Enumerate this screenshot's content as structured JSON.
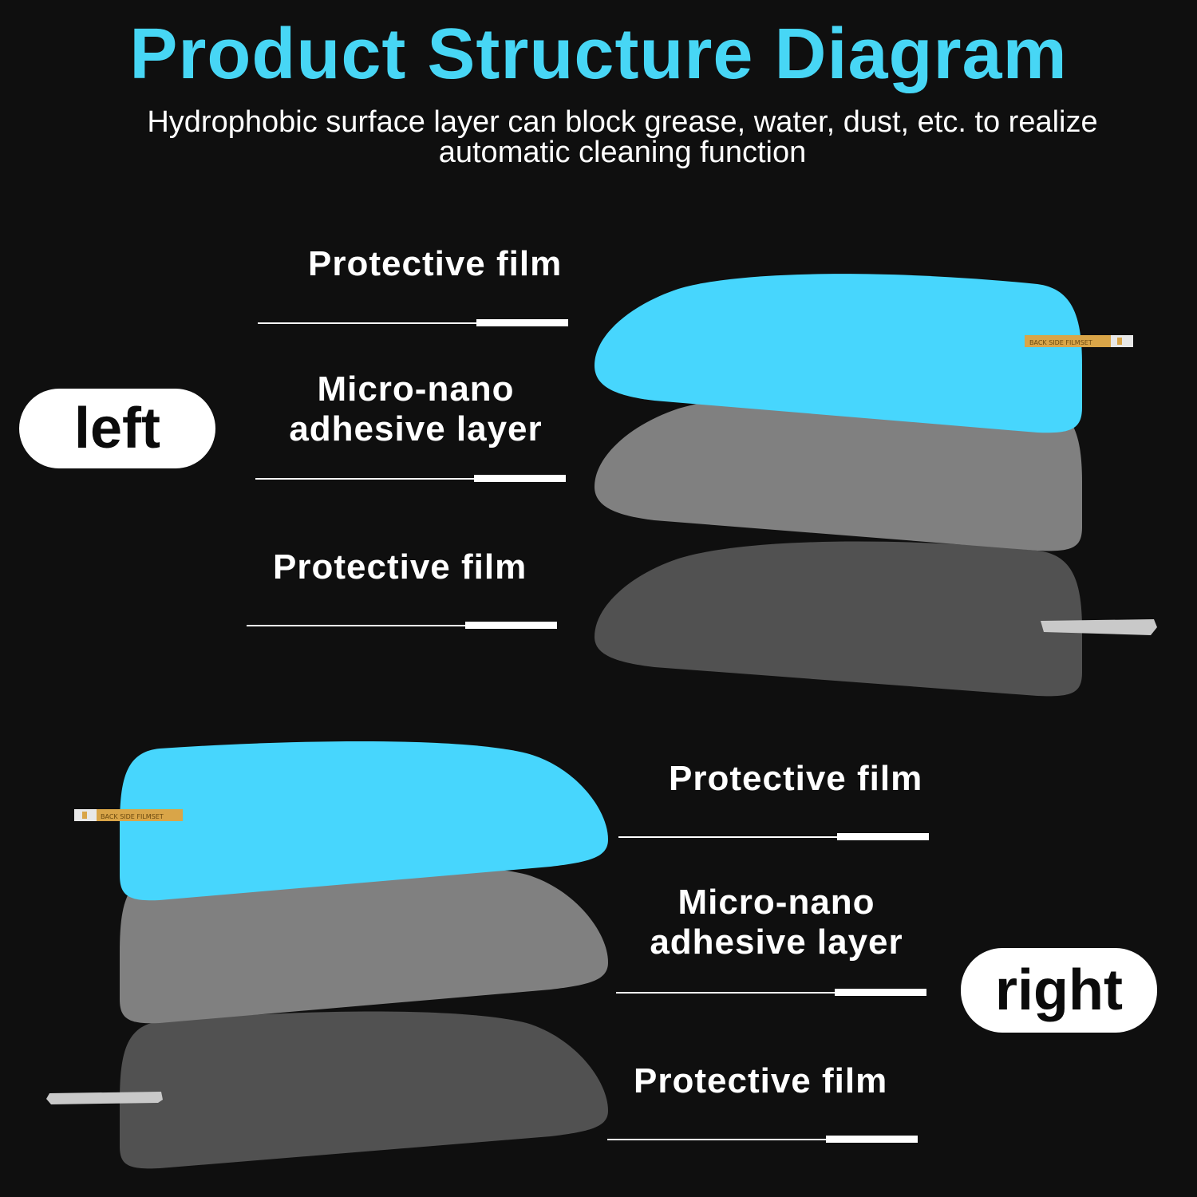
{
  "title": "Product Structure Diagram",
  "subtitle": "Hydrophobic surface layer can block grease, water, dust, etc. to realize automatic cleaning function",
  "layers_left": [
    {
      "label": "Protective film",
      "color": "#47d6fd"
    },
    {
      "label_line1": "Micro-nano",
      "label_line2": "adhesive layer",
      "color": "#808080"
    },
    {
      "label": "Protective film",
      "color": "#515151"
    }
  ],
  "layers_right": [
    {
      "label": "Protective film",
      "color": "#47d6fd"
    },
    {
      "label_line1": "Micro-nano",
      "label_line2": "adhesive layer",
      "color": "#808080"
    },
    {
      "label": "Protective film",
      "color": "#515151"
    }
  ],
  "side_left": "left",
  "side_right": "right",
  "tab_text": "BACK SIDE FILMSET",
  "colors": {
    "background": "#0f0f0f",
    "title": "#47d6f5",
    "film_top": "#47d6fd",
    "film_middle": "#808080",
    "film_bottom": "#515151",
    "tab": "#d9a548"
  }
}
